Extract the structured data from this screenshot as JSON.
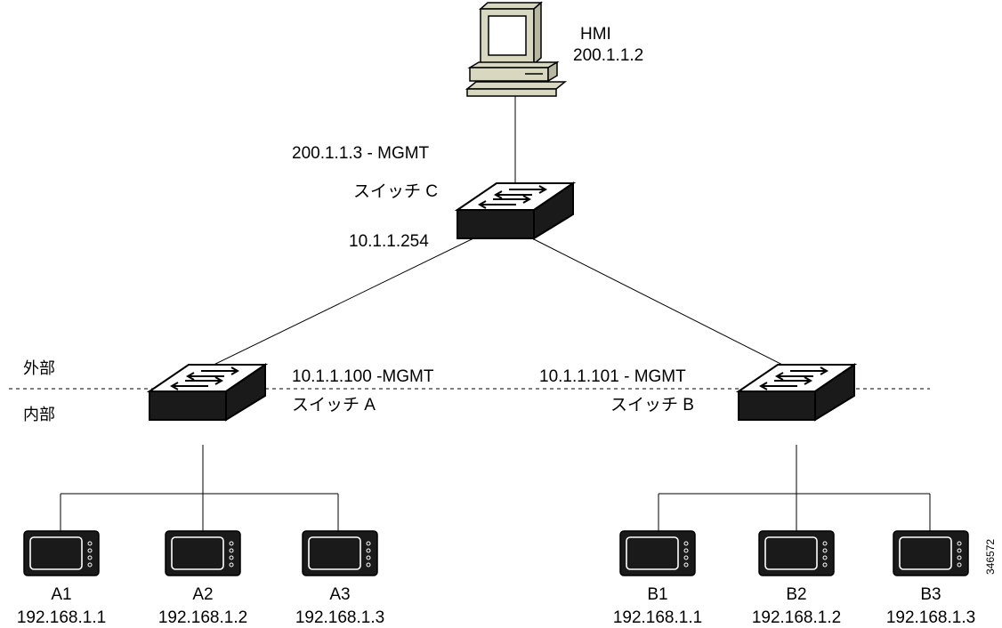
{
  "hmi": {
    "name": "HMI",
    "ip": "200.1.1.2"
  },
  "switch_c": {
    "mgmt": "200.1.1.3 - MGMT",
    "name": "スイッチ C",
    "ip": "10.1.1.254"
  },
  "switch_a": {
    "mgmt": "10.1.1.100 -MGMT",
    "name": "スイッチ A"
  },
  "switch_b": {
    "mgmt": "10.1.1.101 - MGMT",
    "name": "スイッチ B"
  },
  "zones": {
    "outside": "外部",
    "inside": "内部"
  },
  "devices": [
    {
      "name": "A1",
      "ip": "192.168.1.1"
    },
    {
      "name": "A2",
      "ip": "192.168.1.2"
    },
    {
      "name": "A3",
      "ip": "192.168.1.3"
    },
    {
      "name": "B1",
      "ip": "192.168.1.1"
    },
    {
      "name": "B2",
      "ip": "192.168.1.2"
    },
    {
      "name": "B3",
      "ip": "192.168.1.3"
    }
  ],
  "figure_id": "346572"
}
